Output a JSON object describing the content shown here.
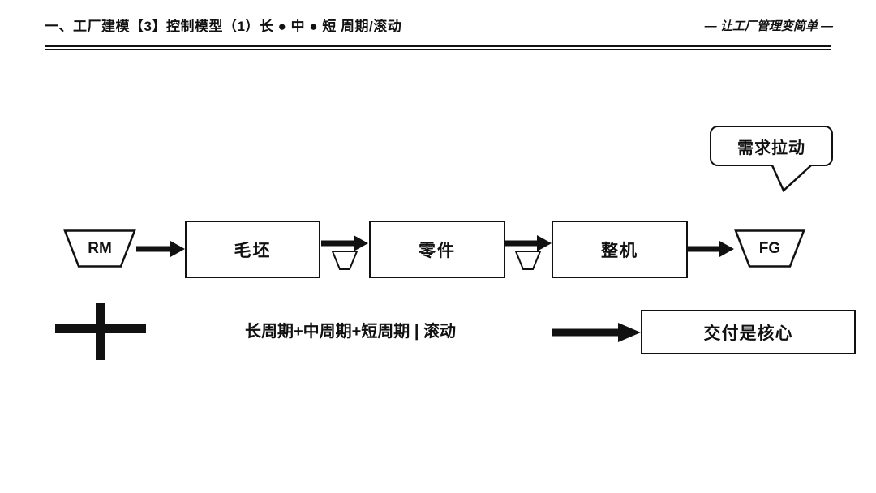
{
  "header": {
    "title": "一、工厂建模【3】控制模型（1）长 ● 中 ● 短  周期/滚动",
    "slogan": "— 让工厂管理变简单 —"
  },
  "callout": {
    "label": "需求拉动"
  },
  "flow": {
    "source": {
      "label": "RM"
    },
    "stages": [
      {
        "label": "毛坯"
      },
      {
        "label": "零件"
      },
      {
        "label": "整机"
      }
    ],
    "sink": {
      "label": "FG"
    }
  },
  "summary": {
    "plus_symbol": "+",
    "formula": "长周期+中周期+短周期 | 滚动",
    "conclusion": "交付是核心"
  },
  "colors": {
    "ink": "#111111",
    "background": "#ffffff"
  }
}
